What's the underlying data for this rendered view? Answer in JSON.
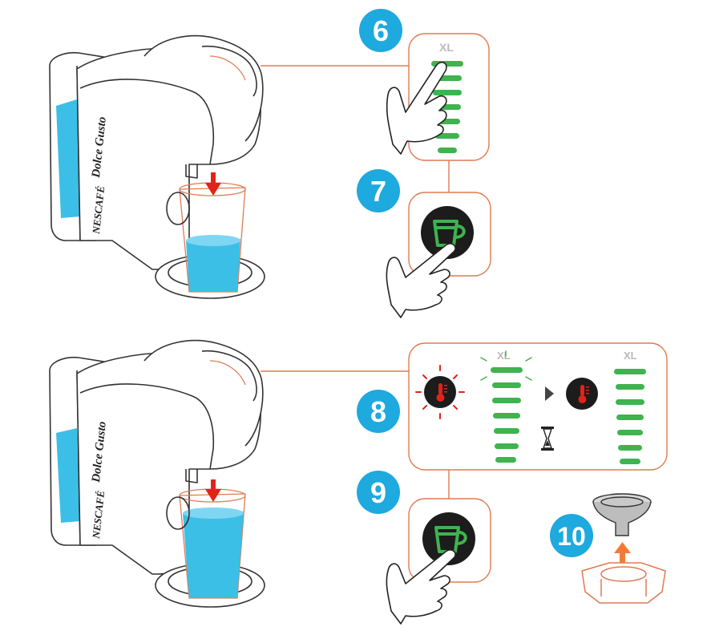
{
  "colors": {
    "accent_blue": "#1ea9df",
    "connector_orange": "#e07a52",
    "level_green": "#3fb34f",
    "alert_red": "#e2231a",
    "arrow_red": "#e2231a",
    "arrow_orange": "#f47a3a",
    "water_blue": "#3bbfe6",
    "button_dark": "#1c1c1c"
  },
  "brand": {
    "logo_text": "NESCAFÉ",
    "model_text": "Dolce Gusto"
  },
  "steps": [
    {
      "number": "6",
      "panel": "volume-selection",
      "level_label": "XL",
      "bars": 7
    },
    {
      "number": "7",
      "panel": "start-button"
    },
    {
      "number": "8",
      "panel": "heating",
      "level_label_before": "XL",
      "level_label_after": "XL",
      "bars": 7
    },
    {
      "number": "9",
      "panel": "stop-button"
    },
    {
      "number": "10",
      "panel": "capsule-holder-removal"
    }
  ],
  "icons": [
    "hand-pointer-icon",
    "cup-icon",
    "thermometer-icon",
    "hourglass-icon",
    "play-arrow-icon",
    "arrow-down-icon",
    "arrow-up-icon"
  ]
}
